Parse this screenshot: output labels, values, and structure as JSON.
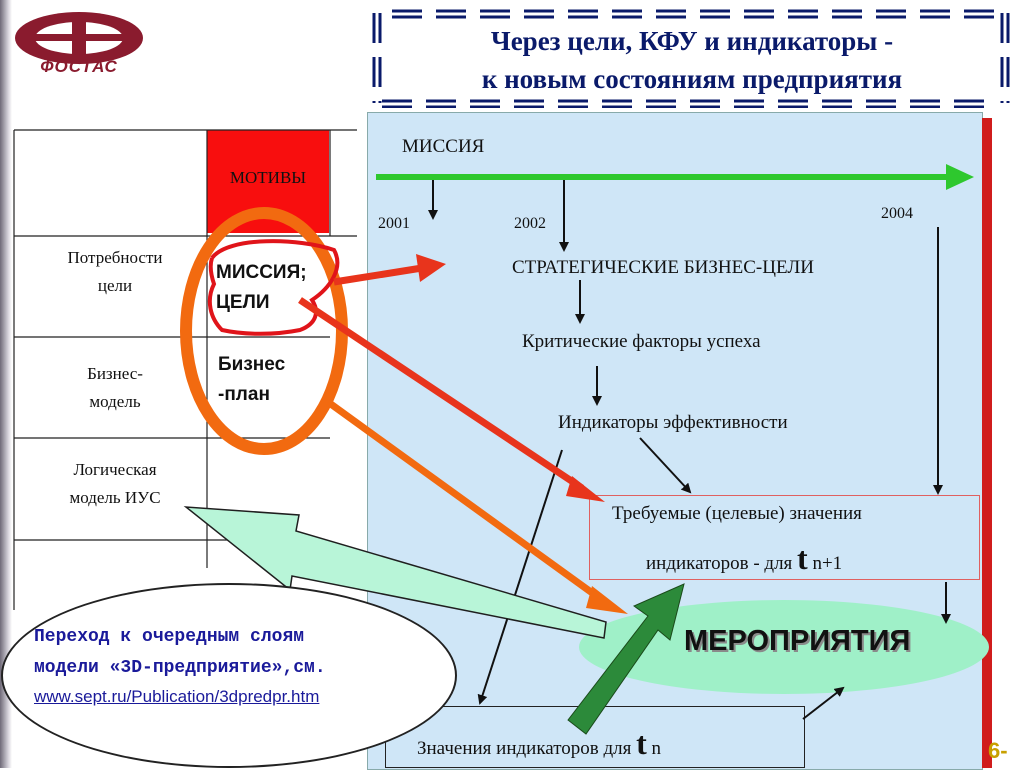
{
  "logo": {
    "text": "ФОСТАС"
  },
  "title": {
    "line1": "Через цели, КФУ и индикаторы  -",
    "line2": "к новым состояниям предприятия"
  },
  "left_table": {
    "motives": "МОТИВЫ",
    "row1": [
      "Потребности",
      "цели"
    ],
    "mission_goals": [
      "МИССИЯ;",
      "ЦЕЛИ"
    ],
    "row2": [
      "Бизнес-",
      "модель"
    ],
    "business_plan": [
      "Бизнес",
      "-план"
    ],
    "row3": [
      "Логическая",
      "модель ИУС"
    ]
  },
  "timeline": {
    "mission": "МИССИЯ",
    "years": [
      "2001",
      "2002",
      "2004"
    ]
  },
  "chain": {
    "strategic_goals": "СТРАТЕГИЧЕСКИЕ БИЗНЕС-ЦЕЛИ",
    "critical_factors": "Критические факторы успеха",
    "indicators": "Индикаторы  эффективности",
    "targets_line1": "Требуемые (целевые) значения",
    "targets_line2_pre": "индикаторов - для ",
    "targets_t": "t",
    "targets_sub": " n+1",
    "measures": "МЕРОПРИЯТИЯ",
    "values_pre": "Значения индикаторов для ",
    "values_t": "t",
    "values_sub": " n"
  },
  "note": {
    "line1": "Переход к очередным слоям",
    "line2": "модели «3D-предприятие»,см.",
    "link": "www.sept.ru/Publication/3dpredpr.htm"
  },
  "page_number": "6-",
  "colors": {
    "title": "#0a1a6a",
    "motives_fill": "#f80e0e",
    "panel": "#cfe6f7",
    "mission_arrow": "#2ec82e",
    "orange": "#f26a10",
    "red_arrow": "#e8341c",
    "measures": "#9ff0c8",
    "link": "#1a1a9a"
  }
}
